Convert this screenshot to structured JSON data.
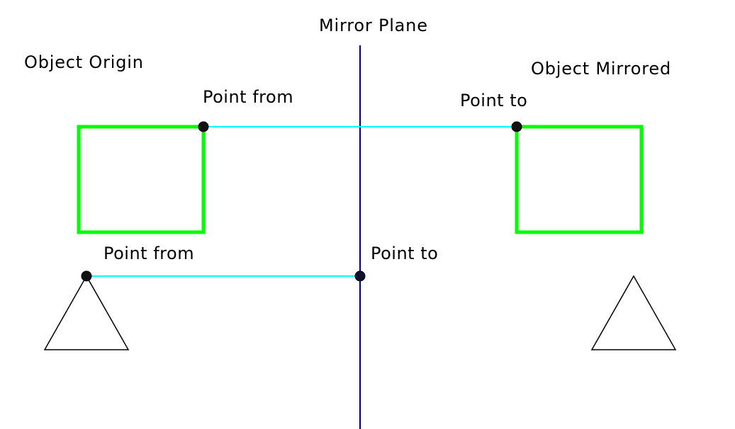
{
  "labels": {
    "mirror_plane": "Mirror Plane",
    "object_origin": "Object Origin",
    "object_mirrored": "Object Mirrored",
    "point_from_upper": "Point from",
    "point_to_upper": "Point to",
    "point_from_lower": "Point from",
    "point_to_lower": "Point to"
  },
  "colors": {
    "mirror_plane": "#000080",
    "connector": "#00ffff",
    "square": "#00ff00",
    "triangle": "#000000",
    "point": "#000000",
    "background": "#ffffff"
  }
}
